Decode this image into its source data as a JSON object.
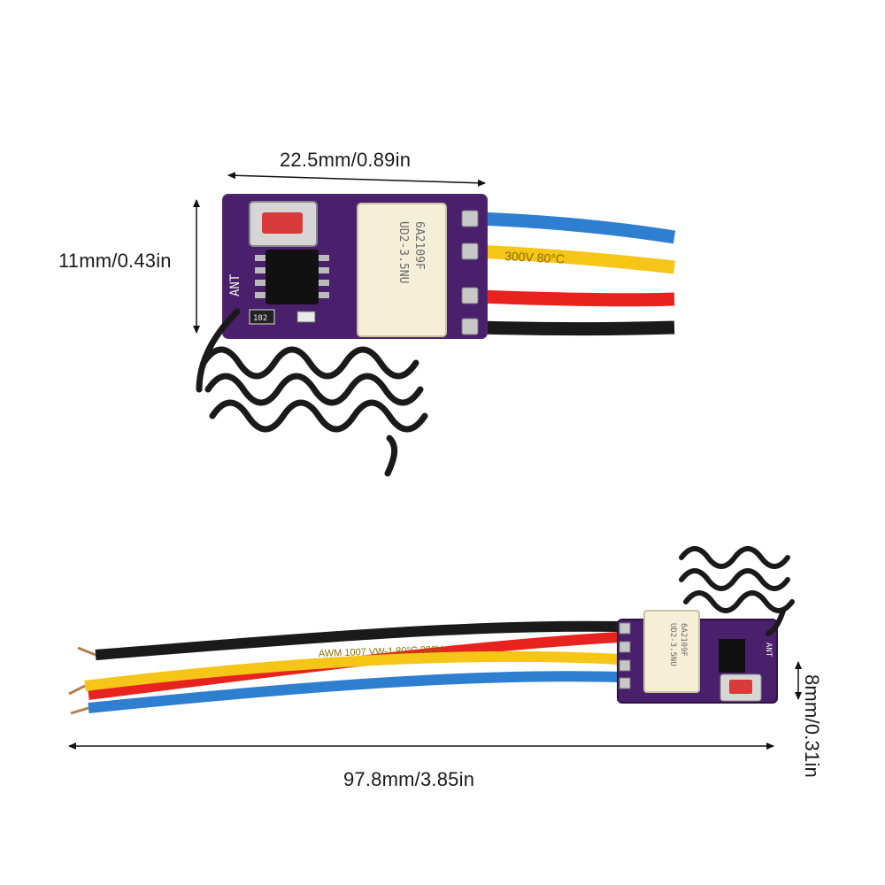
{
  "dimensions": {
    "top_width": "22.5mm/0.89in",
    "top_height": "11mm/0.43in",
    "bottom_length": "97.8mm/3.85in",
    "bottom_height": "8mm/0.31in"
  },
  "pcb": {
    "silkscreen_label": "ANT",
    "relay_marking_line1": "6A2109F",
    "relay_marking_line2": "UD2-3.5NU",
    "chip_label": "102"
  },
  "wire_printing": {
    "top_yellow": "300V 80°C",
    "bottom_yellow": "AWM 1007 VW-1 80°C 300V"
  },
  "colors": {
    "pcb": "#4a1f6b",
    "blue_wire": "#2f7fd0",
    "yellow_wire": "#f5c518",
    "red_wire": "#e8231f",
    "black_wire": "#1a1a1a",
    "relay": "#f4efd6",
    "button": "#d93a3a"
  }
}
